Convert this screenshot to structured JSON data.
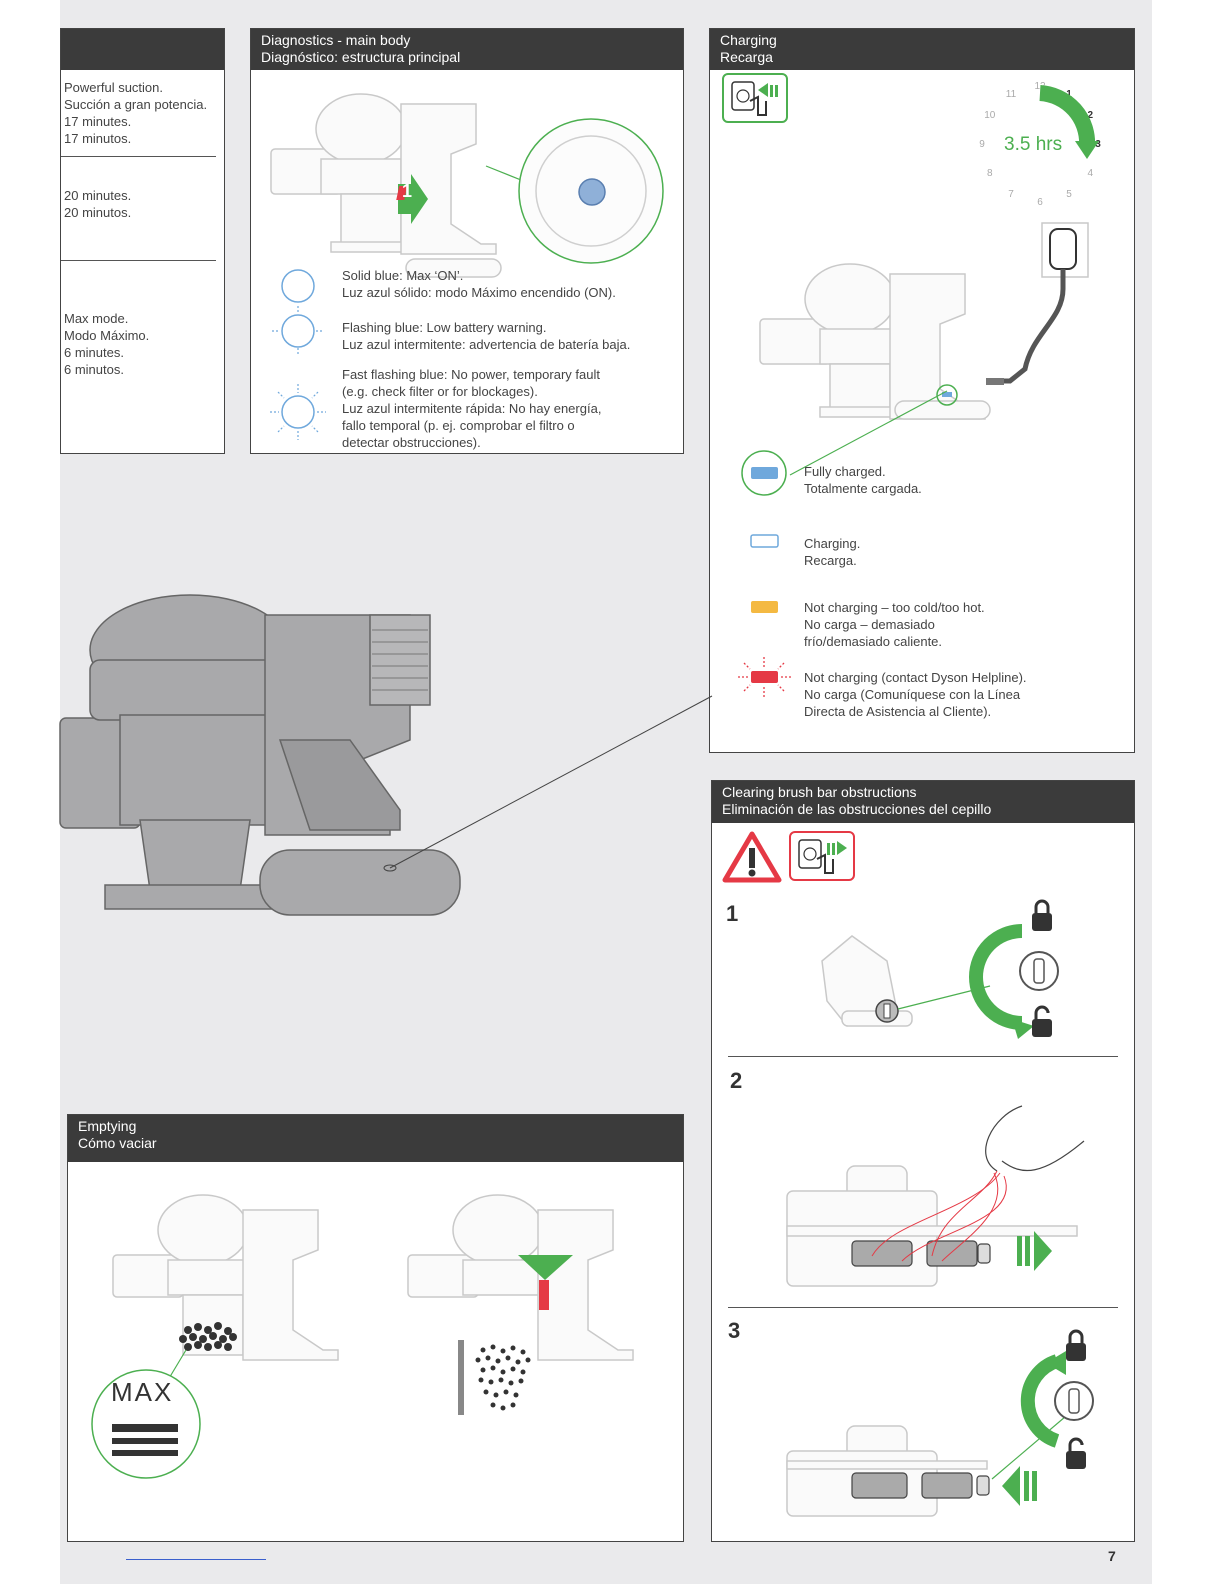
{
  "colors": {
    "header_bg": "#3b3b3b",
    "accent_green": "#4caf50",
    "blue": "#6fa8dc",
    "amber": "#f4b942",
    "red": "#e53945"
  },
  "left_panel": {
    "items": [
      [
        "Powerful suction.",
        "Succión a gran potencia.",
        "17 minutes.",
        "17 minutos."
      ],
      [
        "20 minutes.",
        "20 minutos."
      ],
      [
        "Max mode.",
        "Modo Máximo.",
        "6 minutes.",
        "6 minutos."
      ]
    ]
  },
  "diagnostics": {
    "title_en": "Diagnostics - main body",
    "title_es": "Diagnóstico: estructura principal",
    "step": "1",
    "legend": [
      {
        "icon": "solid-ring-icon",
        "lines": [
          "Solid blue: Max ‘ON’.",
          "Luz azul sólido: modo Máximo encendido (ON)."
        ]
      },
      {
        "icon": "flashing-ring-icon",
        "lines": [
          "Flashing blue: Low battery warning.",
          "Luz azul intermitente: advertencia de batería baja."
        ]
      },
      {
        "icon": "fast-flashing-ring-icon",
        "lines": [
          "Fast flashing blue: No power, temporary fault",
          "(e.g. check filter or for blockages).",
          "Luz azul intermitente rápida: No hay energía,",
          "fallo temporal (p. ej. comprobar el filtro o",
          "detectar obstrucciones)."
        ]
      }
    ]
  },
  "charging": {
    "title_en": "Charging",
    "title_es": "Recarga",
    "time": "3.5 hrs",
    "clock_numbers": [
      "12",
      "1",
      "2",
      "3",
      "4",
      "5",
      "6",
      "7",
      "8",
      "9",
      "10",
      "11"
    ],
    "legend": [
      {
        "icon": "fully-charged-led-icon",
        "lines": [
          "Fully charged.",
          "Totalmente cargada."
        ]
      },
      {
        "icon": "charging-led-icon",
        "lines": [
          "Charging.",
          "Recarga."
        ]
      },
      {
        "icon": "temperature-fault-led-icon",
        "lines": [
          "Not charging – too cold/too hot.",
          "No carga – demasiado",
          "frío/demasiado caliente."
        ]
      },
      {
        "icon": "charging-fault-led-icon",
        "lines": [
          "Not charging (contact Dyson Helpline).",
          "No carga (Comuníquese con la Línea",
          "Directa de Asistencia al Cliente)."
        ]
      }
    ]
  },
  "brushbar": {
    "title_en": "Clearing brush bar obstructions",
    "title_es": "Eliminación de las obstrucciones del cepillo",
    "steps": [
      "1",
      "2",
      "3"
    ]
  },
  "emptying": {
    "title_en": "Emptying",
    "title_es": "Cómo vaciar",
    "max_label": "MAX"
  },
  "page_number": "7"
}
